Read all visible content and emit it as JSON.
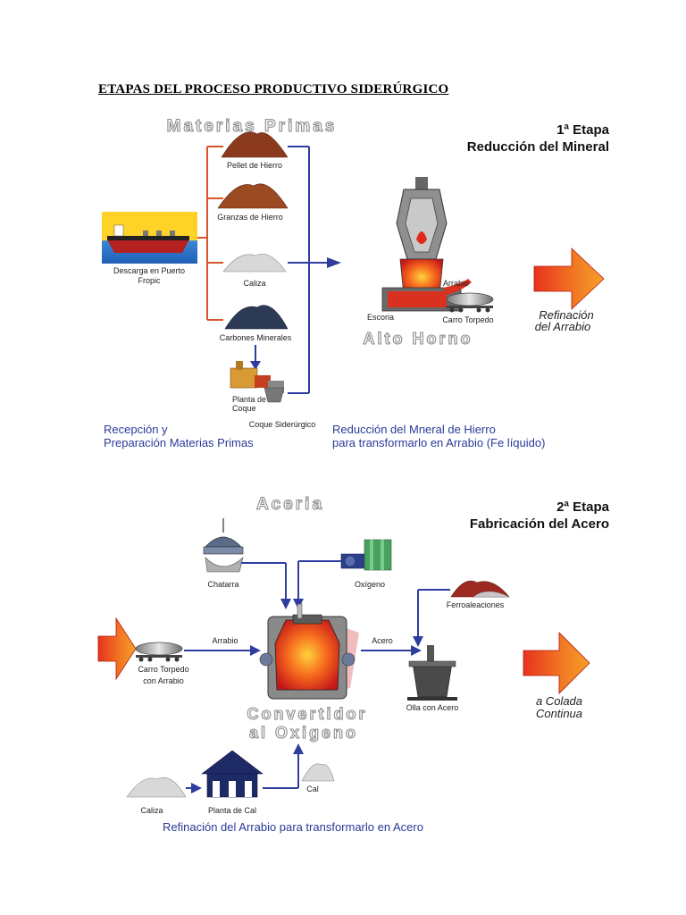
{
  "document": {
    "title": "ETAPAS DEL PROCESO PRODUCTIVO SIDERÚRGICO"
  },
  "stage1": {
    "section_title": "Materias Primas",
    "stage_number": "1ª Etapa",
    "stage_name": "Reducción del Mineral",
    "ship_label_1": "Descarga en Puerto",
    "ship_label_2": "Fropic",
    "materials": [
      "Pellet de Hierro",
      "Granzas de Hierro",
      "Caliza",
      "Carbones Minerales"
    ],
    "coke_plant_1": "Planta de",
    "coke_plant_2": "Coque",
    "coke_label": "Coque Siderúrgico",
    "furnace_title": "Alto Horno",
    "slag_label": "Escoria",
    "pig_iron_label": "Arrabio",
    "torpedo_label": "Carro Torpedo",
    "next_1": "Refinación",
    "next_2": "del Arrabio",
    "caption_left_1": "Recepción y",
    "caption_left_2": "Preparación Materias Primas",
    "caption_right_1": "Reducción del Mneral de Hierro",
    "caption_right_2": "para transformarlo en Arrabio (Fe líquido)"
  },
  "stage2": {
    "section_title": "Aceria",
    "stage_number": "2ª Etapa",
    "stage_name": "Fabricación del Acero",
    "scrap_label": "Chatarra",
    "oxygen_label": "Oxígeno",
    "ferro_label": "Ferroaleaciones",
    "torpedo_1": "Carro Torpedo",
    "torpedo_2": "con Arrabio",
    "pig_iron_label": "Arrabio",
    "steel_label": "Acero",
    "ladle_label": "Olla con Acero",
    "converter_1": "Convertidor",
    "converter_2": "al Oxigeno",
    "next_1": "a Colada",
    "next_2": "Continua",
    "limestone_label": "Caliza",
    "lime_plant_label": "Planta de Cal",
    "lime_label": "Cal",
    "caption": "Refinación del Arrabio para transformarlo en Acero"
  },
  "colors": {
    "orange_line": "#d9532b",
    "blue_line": "#2e3d9e",
    "caption_blue": "#2a3a9a"
  }
}
